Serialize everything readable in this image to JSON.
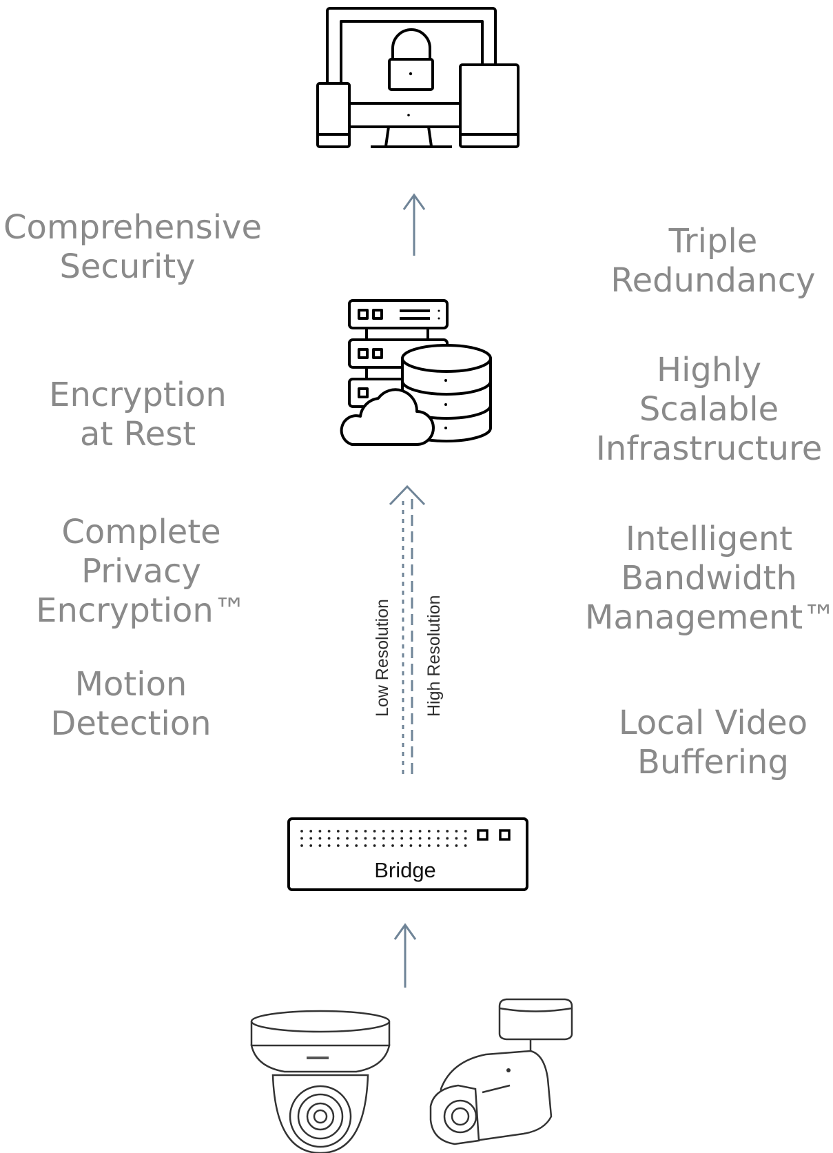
{
  "left_features": [
    {
      "lines": [
        "Comprehensive",
        "Security"
      ]
    },
    {
      "lines": [
        "Encryption",
        "at Rest"
      ]
    },
    {
      "lines": [
        "Complete",
        "Privacy",
        "Encryption™"
      ]
    },
    {
      "lines": [
        "Motion",
        "Detection"
      ]
    }
  ],
  "right_features": [
    {
      "lines": [
        "Triple",
        "Redundancy"
      ]
    },
    {
      "lines": [
        "Highly",
        "Scalable",
        "Infrastructure"
      ]
    },
    {
      "lines": [
        "Intelligent",
        "Bandwidth",
        "Management™"
      ]
    },
    {
      "lines": [
        "Local Video",
        "Buffering"
      ]
    }
  ],
  "stream": {
    "low_label": "Low Resolution",
    "high_label": "High Resolution"
  },
  "bridge": {
    "label": "Bridge"
  },
  "icons": {
    "top": "secure-devices-icon",
    "middle": "cloud-server-database-icon",
    "bridge": "bridge-device-icon",
    "cameras": [
      "dome-camera-icon",
      "bullet-camera-icon"
    ]
  },
  "colors": {
    "text": "#8a8a8a",
    "arrow": "#6f8497",
    "line": "#000000"
  }
}
